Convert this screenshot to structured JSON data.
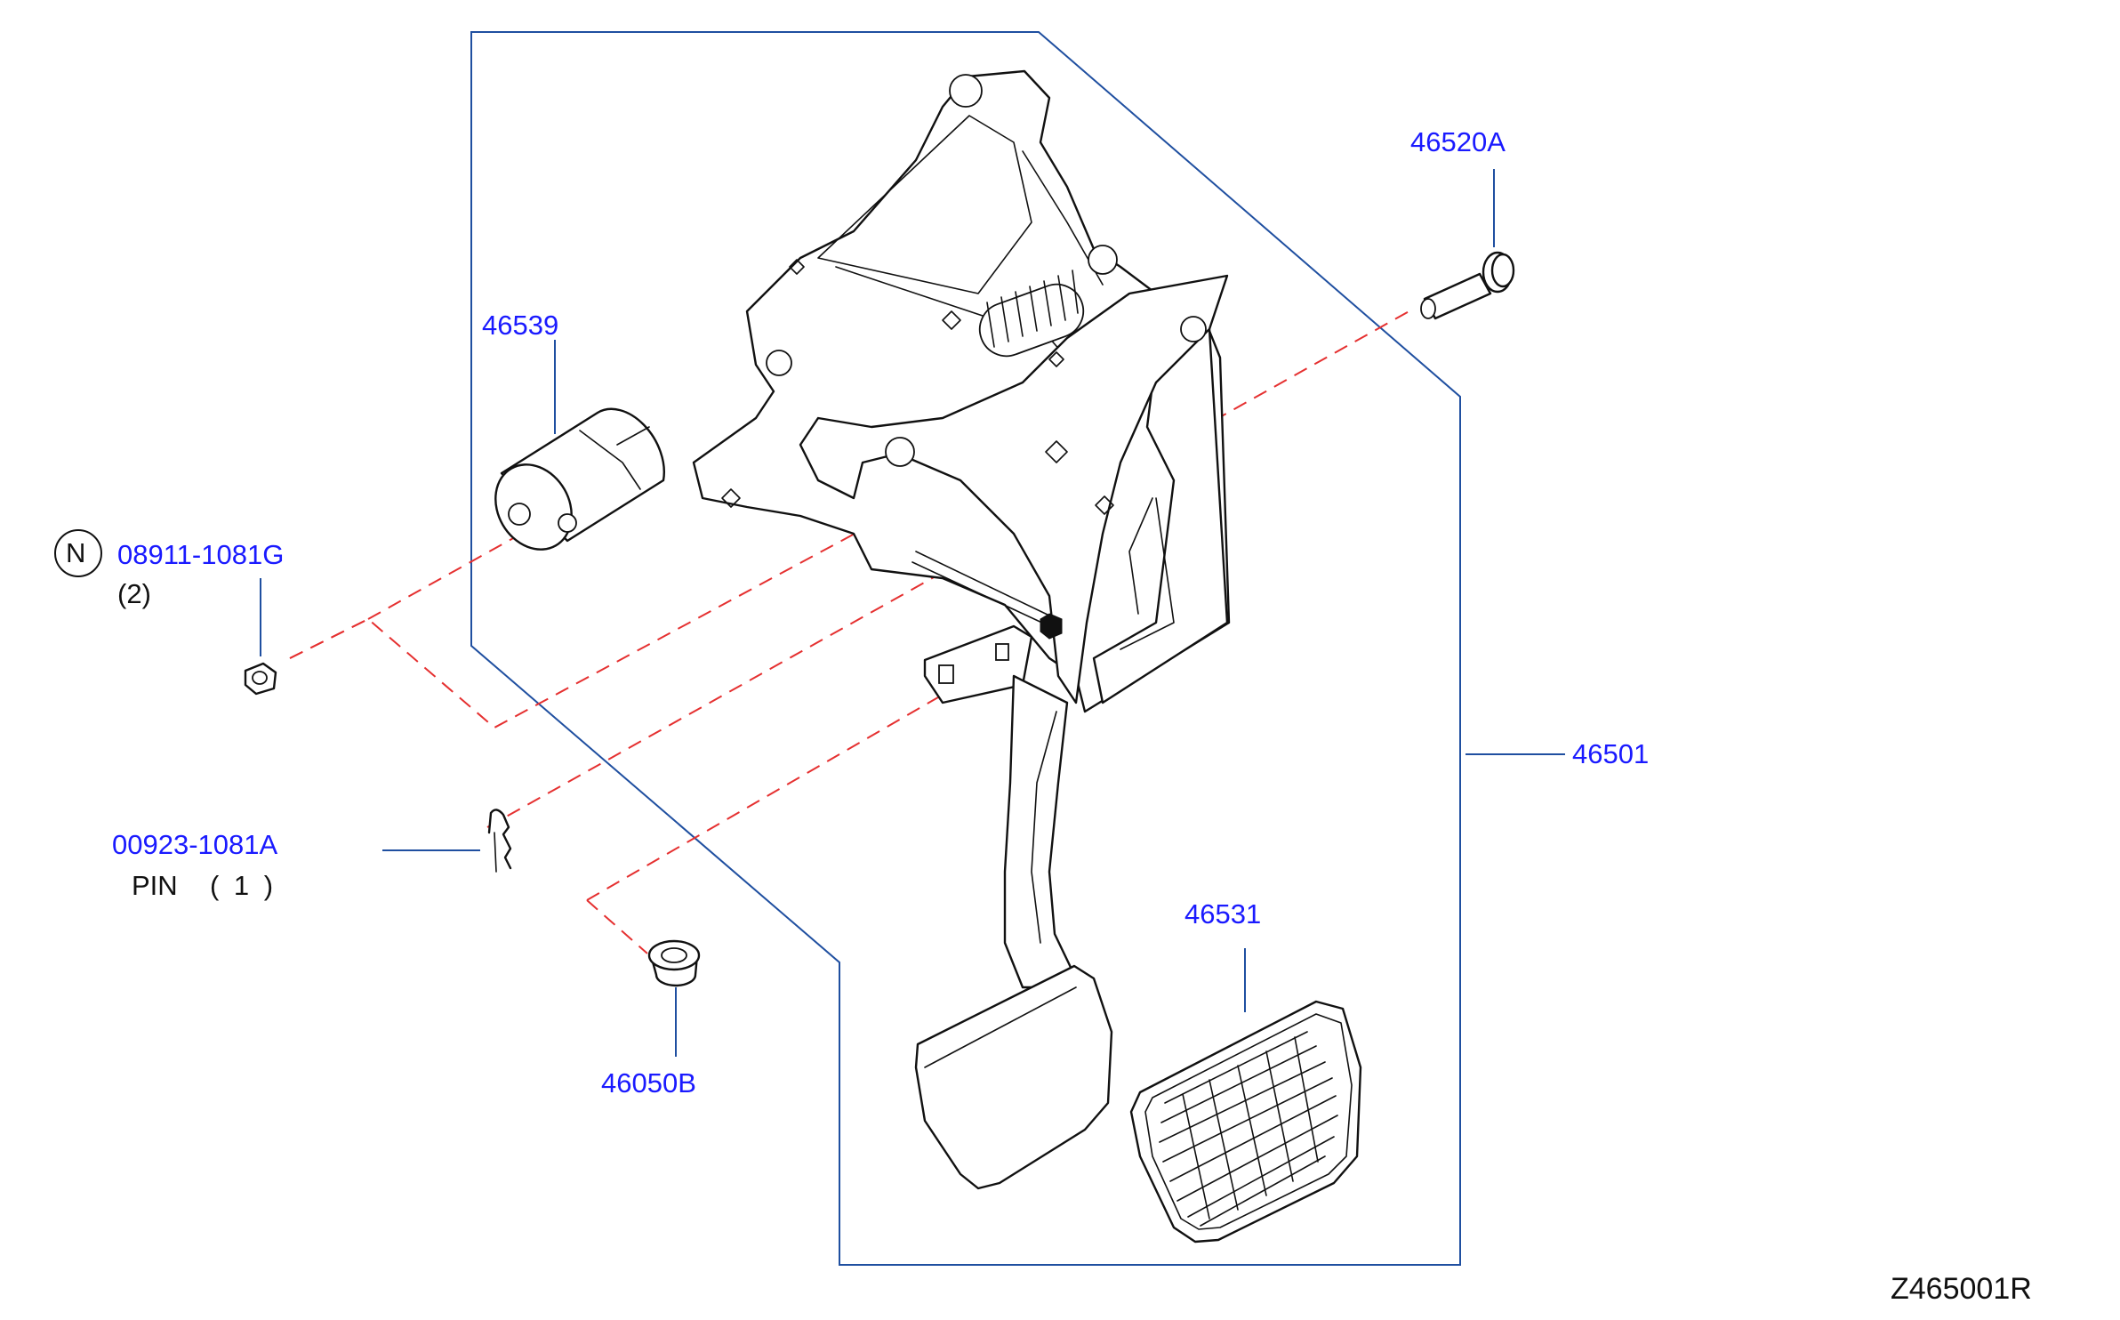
{
  "callouts": {
    "part_46520A": "46520A",
    "part_46539": "46539",
    "part_08911": "08911-1081G",
    "qty_08911": "(2)",
    "n_marker": "N",
    "part_46501": "46501",
    "part_00923": "00923-1081A",
    "pin_label": "PIN",
    "pin_qty": "( 1 )",
    "part_46531": "46531",
    "part_46050B": "46050B"
  },
  "diagram_id": "Z465001R",
  "colors": {
    "callout_text": "#1a1aff",
    "outline": "#1f4fa0",
    "dashed_leader": "#e53030",
    "drawing": "#111111"
  }
}
